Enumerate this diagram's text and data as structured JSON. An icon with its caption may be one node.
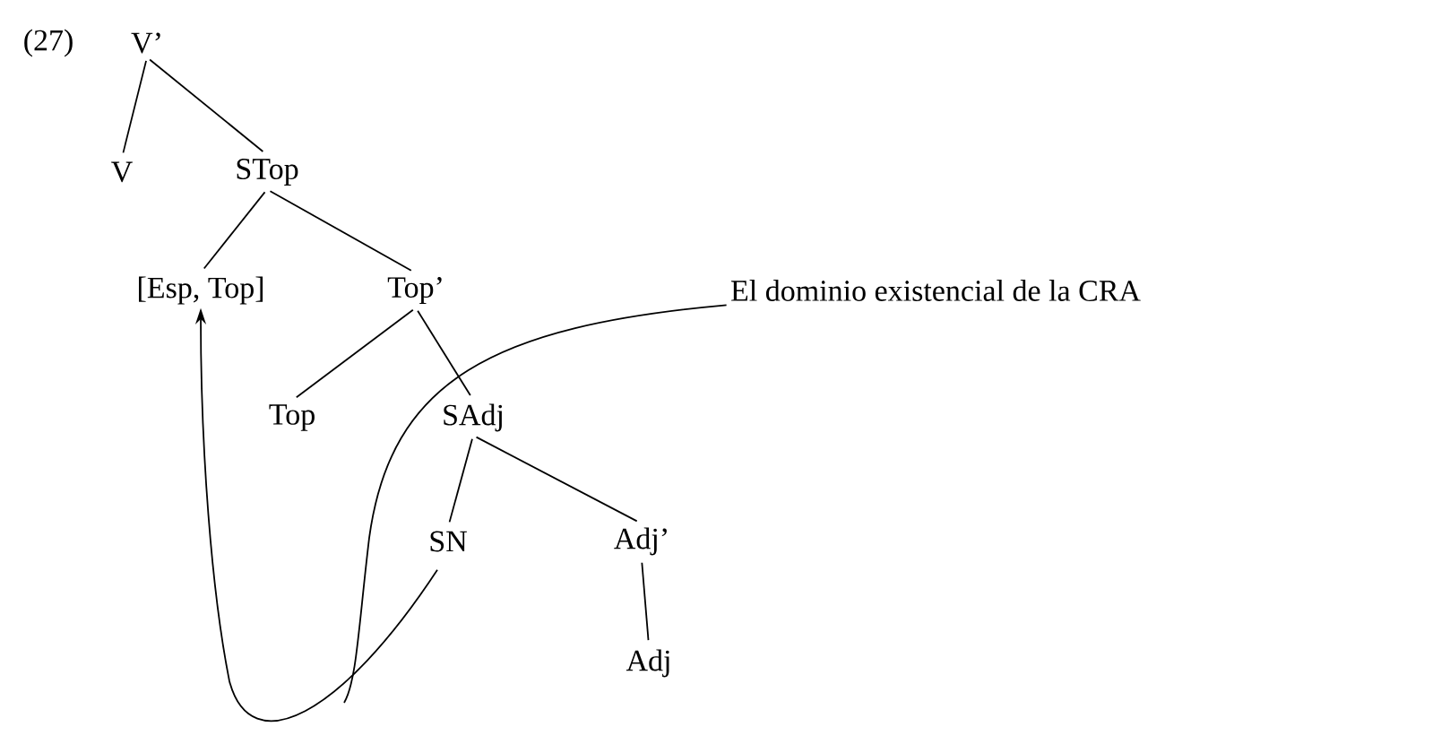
{
  "diagram": {
    "nodes": [
      {
        "text": [
          "V’"
        ]
      },
      {
        "text": [
          "V"
        ]
      },
      {
        "text": [
          "STop"
        ]
      },
      {
        "text": [
          "[Esp, Top]"
        ]
      },
      {
        "text": [
          "Top’"
        ]
      },
      {
        "text": [
          "Top"
        ]
      },
      {
        "text": [
          "SAdj"
        ]
      },
      {
        "text": [
          "SN"
        ]
      },
      {
        "text": [
          "Adj’"
        ]
      },
      {
        "text": [
          "Adj"
        ]
      },
      {
        "text": [
          "El dominio existencial de la CRA"
        ]
      }
    ],
    "edges": [
      {
        "from": 0,
        "to": 1,
        "arrow": "none"
      },
      {
        "from": 0,
        "to": 2,
        "arrow": "none"
      },
      {
        "from": 2,
        "to": 3,
        "arrow": "none"
      },
      {
        "from": 2,
        "to": 4,
        "arrow": "none"
      },
      {
        "from": 4,
        "to": 5,
        "arrow": "none"
      },
      {
        "from": 4,
        "to": 6,
        "arrow": "none"
      },
      {
        "from": 6,
        "to": 7,
        "arrow": "none"
      },
      {
        "from": 6,
        "to": 8,
        "arrow": "none"
      },
      {
        "from": 8,
        "to": 9,
        "arrow": "none"
      },
      {
        "from": 7,
        "to": 3,
        "arrow": "to"
      },
      {
        "from": 10,
        "to": null,
        "arrow": "none"
      }
    ],
    "labels": [
      "(27)"
    ]
  }
}
